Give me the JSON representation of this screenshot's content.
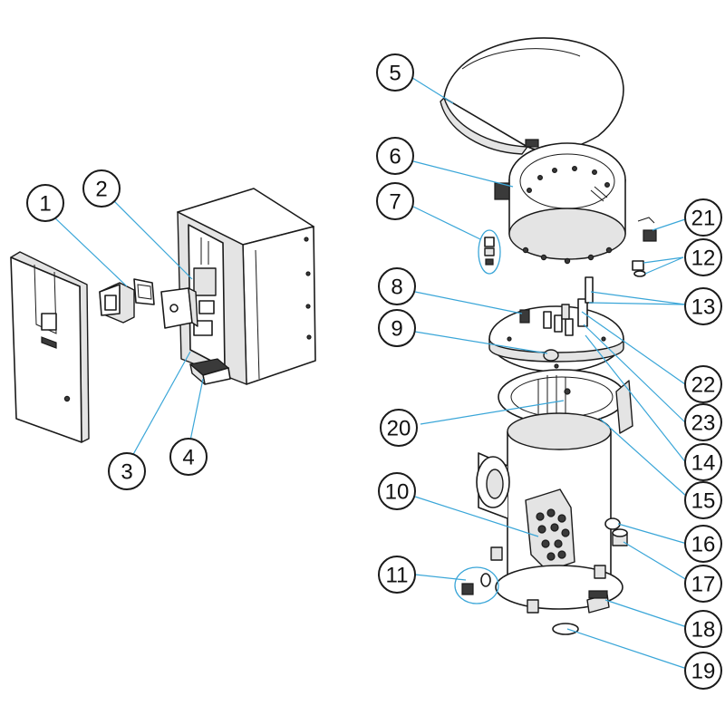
{
  "diagram": {
    "type": "exploded-parts-diagram",
    "colors": {
      "leader": "#3aa6d8",
      "outline": "#1a1a1a",
      "callout_fill": "#ffffff",
      "shade": "#e4e4e4",
      "dark": "#3a3a3a"
    },
    "callouts": [
      "1",
      "2",
      "3",
      "4",
      "5",
      "6",
      "7",
      "8",
      "9",
      "10",
      "11",
      "12",
      "13",
      "14",
      "15",
      "16",
      "17",
      "18",
      "19",
      "20",
      "21",
      "22",
      "23"
    ]
  }
}
